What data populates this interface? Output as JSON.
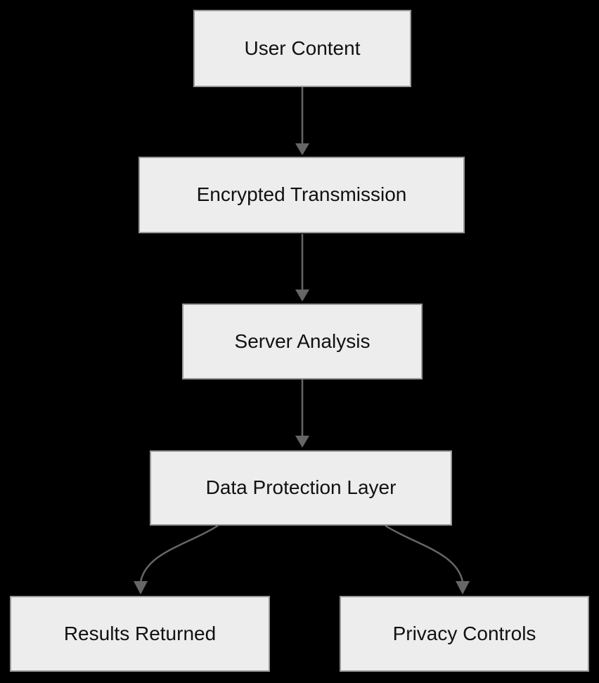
{
  "diagram": {
    "type": "flowchart",
    "direction": "top-down",
    "colors": {
      "background": "#000000",
      "node_fill": "#ededed",
      "node_border": "#999999",
      "edge": "#666666",
      "text": "#111111"
    },
    "nodes": [
      {
        "id": "user-content",
        "label": "User Content"
      },
      {
        "id": "encrypted-transmission",
        "label": "Encrypted Transmission"
      },
      {
        "id": "server-analysis",
        "label": "Server Analysis"
      },
      {
        "id": "data-protection-layer",
        "label": "Data Protection Layer"
      },
      {
        "id": "results-returned",
        "label": "Results Returned"
      },
      {
        "id": "privacy-controls",
        "label": "Privacy Controls"
      }
    ],
    "edges": [
      {
        "from": "User Content",
        "to": "Encrypted Transmission",
        "style": "straight-arrow"
      },
      {
        "from": "Encrypted Transmission",
        "to": "Server Analysis",
        "style": "straight-arrow"
      },
      {
        "from": "Server Analysis",
        "to": "Data Protection Layer",
        "style": "straight-arrow"
      },
      {
        "from": "Data Protection Layer",
        "to": "Results Returned",
        "style": "curved-arrow"
      },
      {
        "from": "Data Protection Layer",
        "to": "Privacy Controls",
        "style": "curved-arrow"
      }
    ]
  }
}
